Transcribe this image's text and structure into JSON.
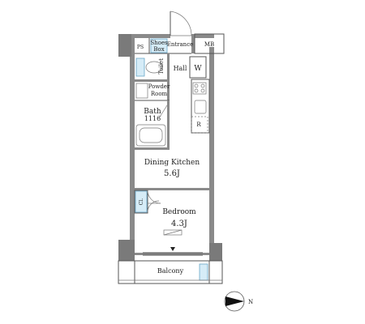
{
  "rooms": {
    "ps": "PS",
    "shoes_box": [
      "Shoes",
      "Box"
    ],
    "entrance": "Entrance",
    "mb": "MB",
    "toilet": "Toilet",
    "hall": "Hall",
    "w": "W",
    "powder_room": [
      "Powder",
      "Room"
    ],
    "bath": [
      "Bath",
      "1116"
    ],
    "r": "R",
    "dining_kitchen": "Dining Kitchen",
    "dining_kitchen_size": "5.6J",
    "cl": "Cl.",
    "bedroom": "Bedroom",
    "bedroom_size": "4.3J",
    "balcony": "Balcony"
  },
  "compass": {
    "label": "N"
  },
  "colors": {
    "wall": "#8a8a8a",
    "accent_blue": "#d6ecf7"
  }
}
